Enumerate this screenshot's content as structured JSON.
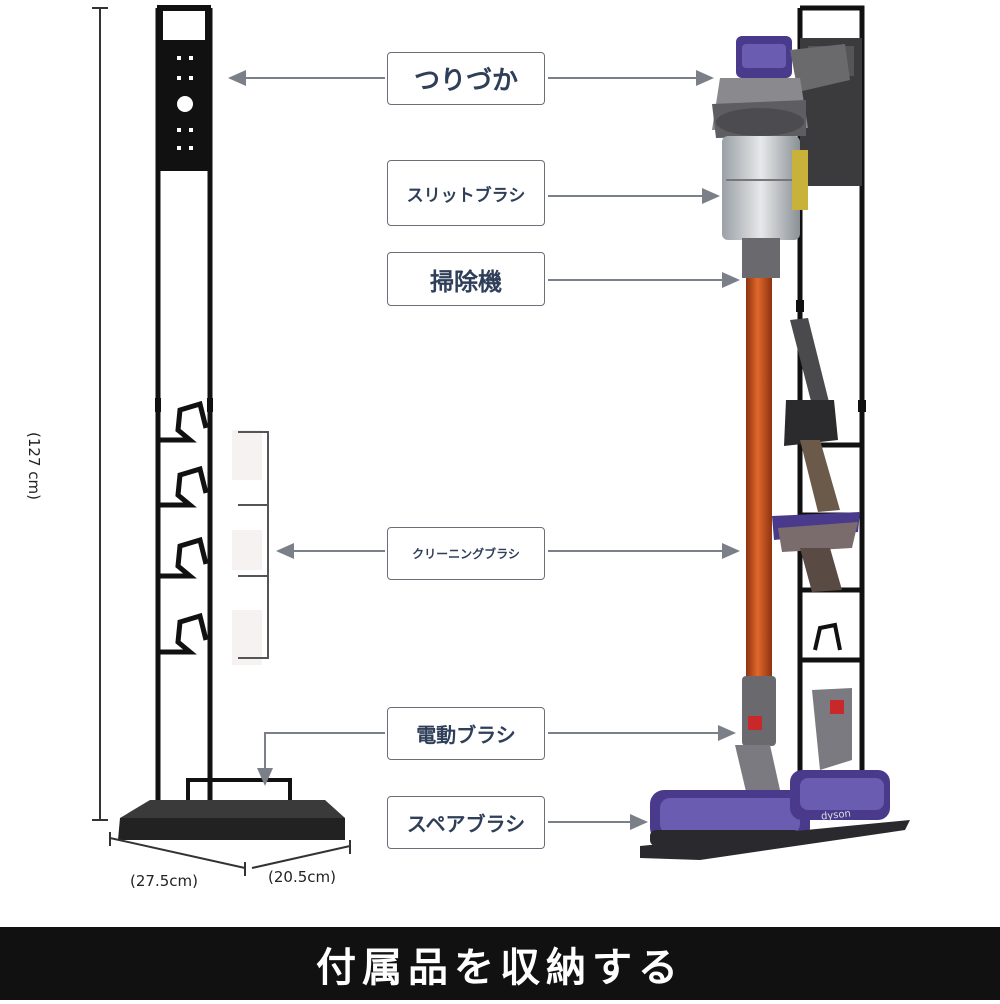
{
  "labels": {
    "hook": "つりづか",
    "slit_brush": "スリットブラシ",
    "vacuum": "掃除機",
    "cleaning_brush": "クリーニングブラシ",
    "motor_brush": "電動ブラシ",
    "spare_brush": "スペアブラシ"
  },
  "dimensions": {
    "height": "(127 cm)",
    "width": "(27.5cm)",
    "depth": "(20.5cm)"
  },
  "vacuum_brand": "dyson",
  "banner": "付属品を収納する",
  "colors": {
    "stand": "#111111",
    "wand": "#c8521e",
    "vacuum_body_purple": "#4a3a8c",
    "label_text": "#2f3f59",
    "banner_bg": "#111111"
  }
}
